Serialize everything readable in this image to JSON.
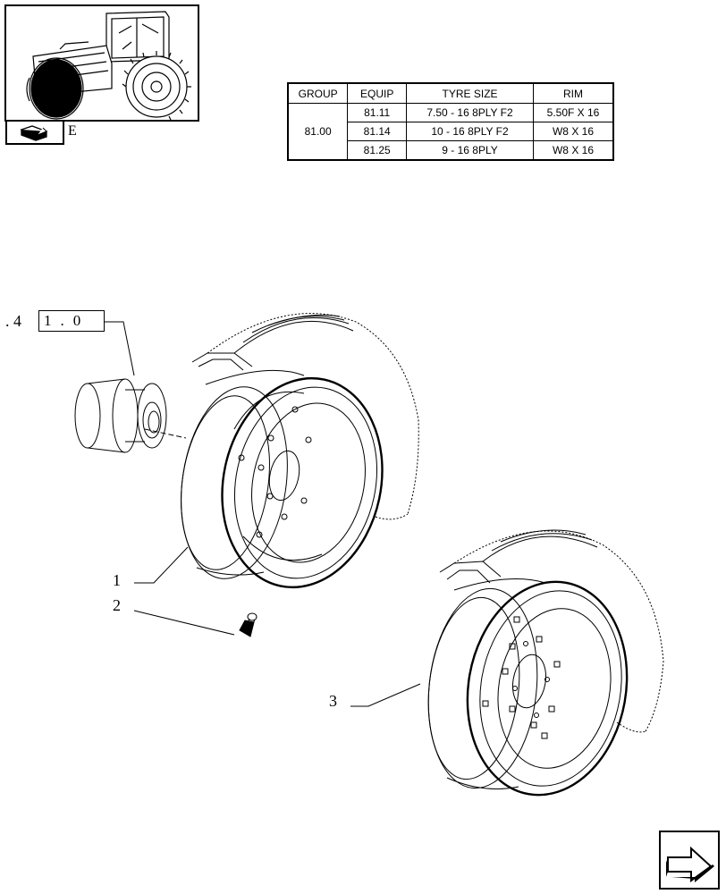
{
  "header": {
    "tab_letter": "E"
  },
  "tyre_table": {
    "columns": [
      "GROUP",
      "EQUIP",
      "TYRE SIZE",
      "RIM"
    ],
    "group": "81.00",
    "rows": [
      {
        "equip": "81.11",
        "tyre_size": "7.50 - 16 8PLY F2",
        "rim": "5.50F X 16"
      },
      {
        "equip": "81.14",
        "tyre_size": "10 - 16 8PLY F2",
        "rim": "W8 X 16"
      },
      {
        "equip": "81.25",
        "tyre_size": "9 - 16 8PLY",
        "rim": "W8 X 16"
      }
    ]
  },
  "drawing": {
    "ref_prefix": ". 4",
    "ref_box": "1.0",
    "callouts": [
      "1",
      "2",
      "3"
    ]
  },
  "icons": {
    "book_icon": "book-icon",
    "next_page_icon": "arrow-next-icon"
  }
}
